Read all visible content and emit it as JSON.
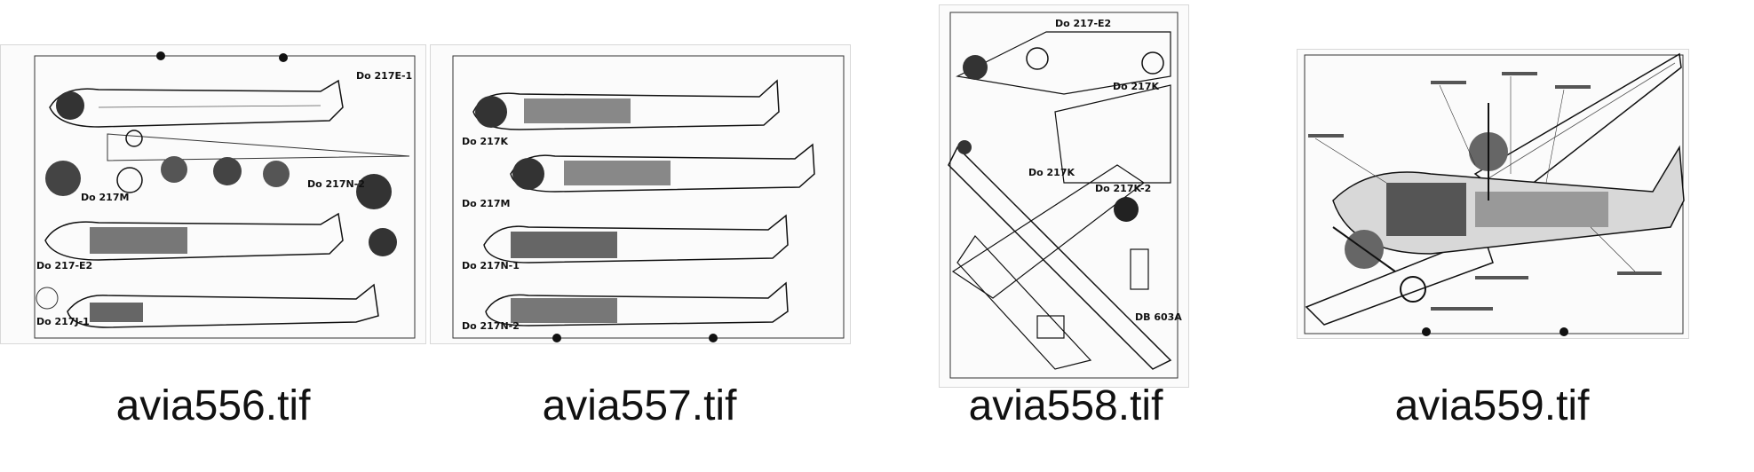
{
  "files": [
    {
      "filename": "avia556.tif",
      "icon": "tif-image-thumbnail-icon",
      "drawing_labels": [
        "Do 217E-1",
        "Do 217M",
        "Do 217N-2",
        "Do 217-E2",
        "Do 217J-1"
      ]
    },
    {
      "filename": "avia557.tif",
      "icon": "tif-image-thumbnail-icon",
      "drawing_labels": [
        "Do 217K",
        "Do 217M",
        "Do 217N-1",
        "Do 217N-2"
      ]
    },
    {
      "filename": "avia558.tif",
      "icon": "tif-image-thumbnail-icon",
      "drawing_labels": [
        "Do 217-E2",
        "Do 217K",
        "Do 217K",
        "Do 217K-2",
        "DB 603A"
      ]
    },
    {
      "filename": "avia559.tif",
      "icon": "tif-image-thumbnail-icon",
      "drawing_labels": []
    }
  ],
  "colors": {
    "background": "#ffffff",
    "ink": "#111111",
    "paper": "#fbfbfb"
  }
}
